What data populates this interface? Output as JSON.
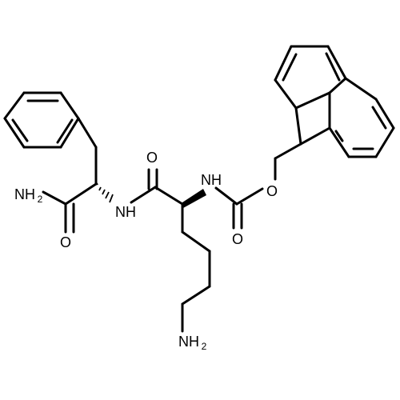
{
  "structure": {
    "labels": {
      "carboxamide_nh2": "NH",
      "carboxamide_nh2_sub": "2",
      "carboxamide_o": "O",
      "amide_nh": "NH",
      "peptide_o": "O",
      "lys_nh": "NH",
      "carbamate_o_carbonyl": "O",
      "carbamate_o_ester": "O",
      "side_chain_nh2": "NH",
      "side_chain_nh2_sub": "2"
    }
  }
}
